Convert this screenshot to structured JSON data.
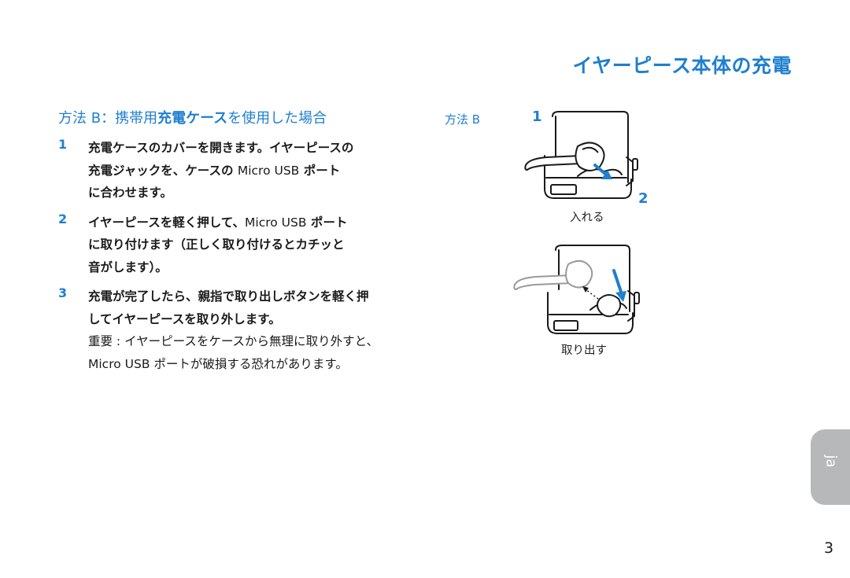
{
  "page": {
    "title": "イヤーピース本体の充電",
    "section_heading_prefix": "方法 B：携帯用",
    "section_heading_bold": "充電ケース",
    "section_heading_suffix": "を使用した場合",
    "steps": [
      {
        "number": "1",
        "lines": [
          [
            "充電ケースのカバーを開きます。イヤーピースの",
            ""
          ],
          [
            "充電ジャックを、ケースの ",
            "Micro USB",
            " ポート"
          ],
          [
            "に合わせます。",
            ""
          ]
        ]
      },
      {
        "number": "2",
        "lines": [
          [
            "イヤーピースを軽く押して、",
            "Micro USB",
            " ポート"
          ],
          [
            "に取り付けます（正しく取り付けるとカチッと",
            ""
          ],
          [
            "音がします）。",
            ""
          ]
        ]
      },
      {
        "number": "3",
        "lines": [
          [
            "充電が完了したら、親指で取り出しボタンを軽く押",
            ""
          ],
          [
            "してイヤーピースを取り外します。",
            ""
          ]
        ],
        "note_lines": [
          "重要 : イヤーピースをケースから無理に取り外すと、",
          "Micro USB ポートが破損する恐れがあります。"
        ]
      }
    ]
  },
  "figure": {
    "method_label": "方法 B",
    "step_label_1": "1",
    "step_label_2": "2",
    "caption_insert": "入れる",
    "caption_remove": "取り出す"
  },
  "sidebar": {
    "language_tab": "ja"
  },
  "footer": {
    "page_number": "3"
  },
  "colors": {
    "accent": "#1f7fd0",
    "tab": "#b7b8ba"
  }
}
